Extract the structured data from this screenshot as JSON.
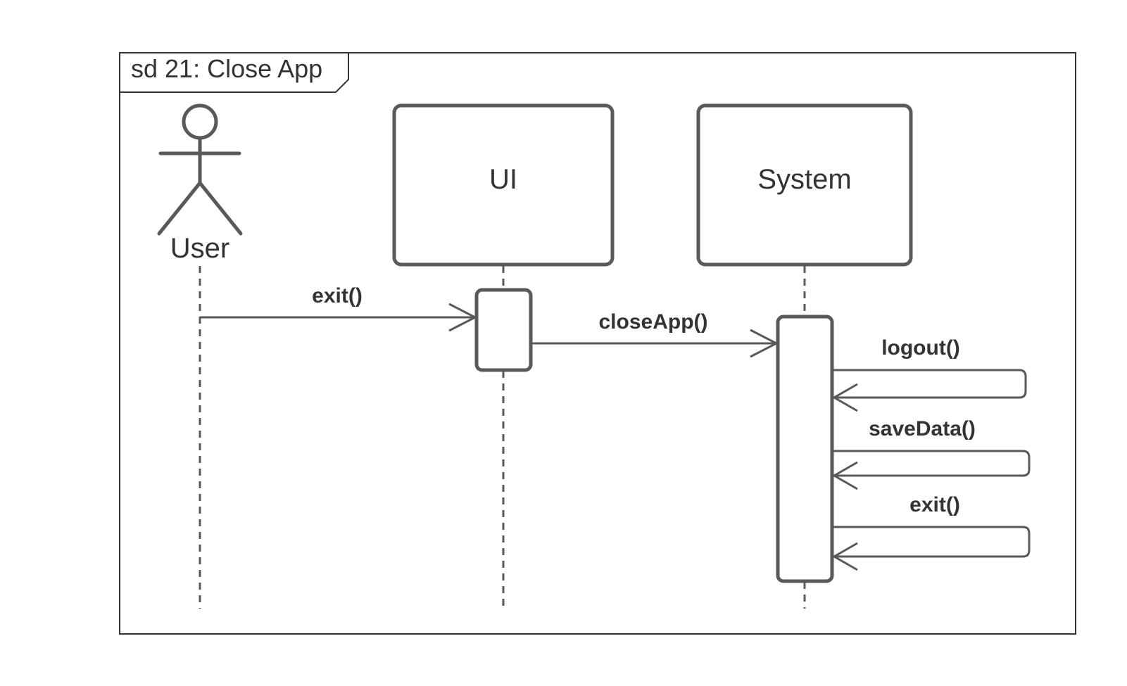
{
  "frame": {
    "title": "sd 21: Close App"
  },
  "participants": {
    "actor": {
      "label": "User"
    },
    "ui": {
      "label": "UI"
    },
    "system": {
      "label": "System"
    }
  },
  "messages": [
    {
      "from": "User",
      "to": "UI",
      "label": "exit()"
    },
    {
      "from": "UI",
      "to": "System",
      "label": "closeApp()"
    },
    {
      "from": "System",
      "to": "System",
      "label": "logout()"
    },
    {
      "from": "System",
      "to": "System",
      "label": "saveData()"
    },
    {
      "from": "System",
      "to": "System",
      "label": "exit()"
    }
  ],
  "colors": {
    "line": "#595959",
    "text": "#333333",
    "background": "#ffffff"
  }
}
